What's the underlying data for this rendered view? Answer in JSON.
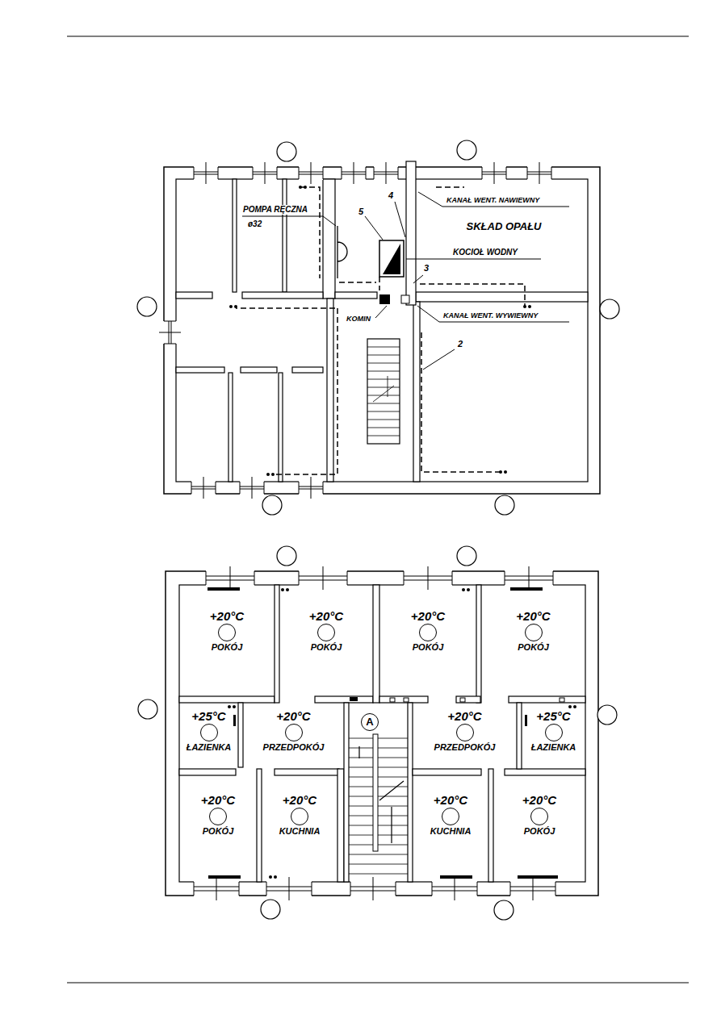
{
  "diagram": {
    "nodes": [
      {
        "text": [
          "SKŁAD OPAŁU"
        ]
      },
      {
        "text": [
          "+20°C",
          "POKÓJ"
        ]
      },
      {
        "text": [
          "+20°C",
          "POKÓJ"
        ]
      },
      {
        "text": [
          "+20°C",
          "POKÓJ"
        ]
      },
      {
        "text": [
          "+20°C",
          "POKÓJ"
        ]
      },
      {
        "text": [
          "+25°C",
          "ŁAZIENKA"
        ]
      },
      {
        "text": [
          "+20°C",
          "PRZEDPOKÓJ"
        ]
      },
      {
        "text": [
          "A"
        ]
      },
      {
        "text": [
          "+20°C",
          "PRZEDPOKÓJ"
        ]
      },
      {
        "text": [
          "+25°C",
          "ŁAZIENKA"
        ]
      },
      {
        "text": [
          "+20°C",
          "POKÓJ"
        ]
      },
      {
        "text": [
          "+20°C",
          "KUCHNIA"
        ]
      },
      {
        "text": [
          "+20°C",
          "KUCHNIA"
        ]
      },
      {
        "text": [
          "+20°C",
          "POKÓJ"
        ]
      }
    ],
    "labels": [
      "POMPA RĘCZNA",
      "ø32",
      "4",
      "5",
      "KANAŁ WENT. NAWIEWNY",
      "KOCIOŁ WODNY",
      "3",
      "KOMIN",
      "KANAŁ WENT. WYWIEWNY",
      "2"
    ]
  }
}
